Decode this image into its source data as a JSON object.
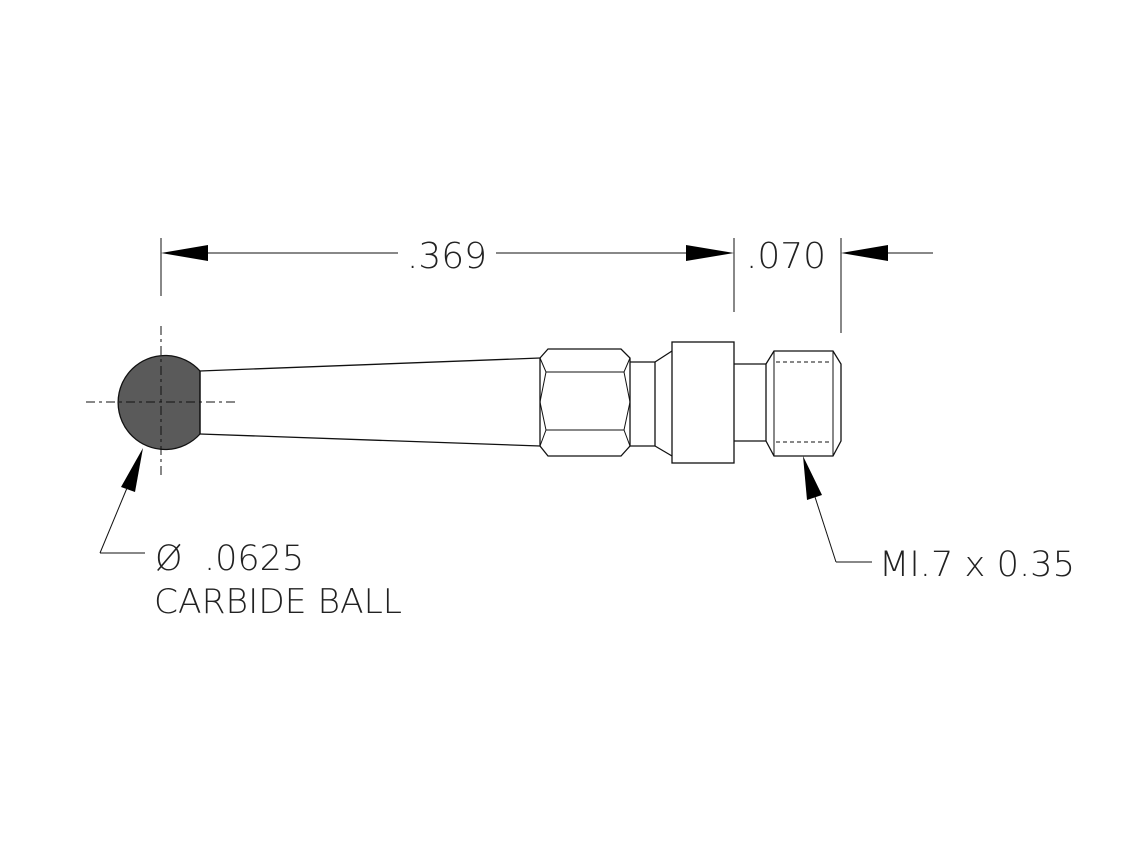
{
  "dimensions": {
    "overall_length": ".369",
    "thread_length": ".070"
  },
  "callouts": {
    "diameter_symbol": "Ø",
    "ball_diameter": ".0625",
    "ball_material": "CARBIDE BALL",
    "thread_spec": "MI.7 x 0.35"
  },
  "colors": {
    "ball_fill": "#5a5a5a",
    "line": "#111111"
  }
}
